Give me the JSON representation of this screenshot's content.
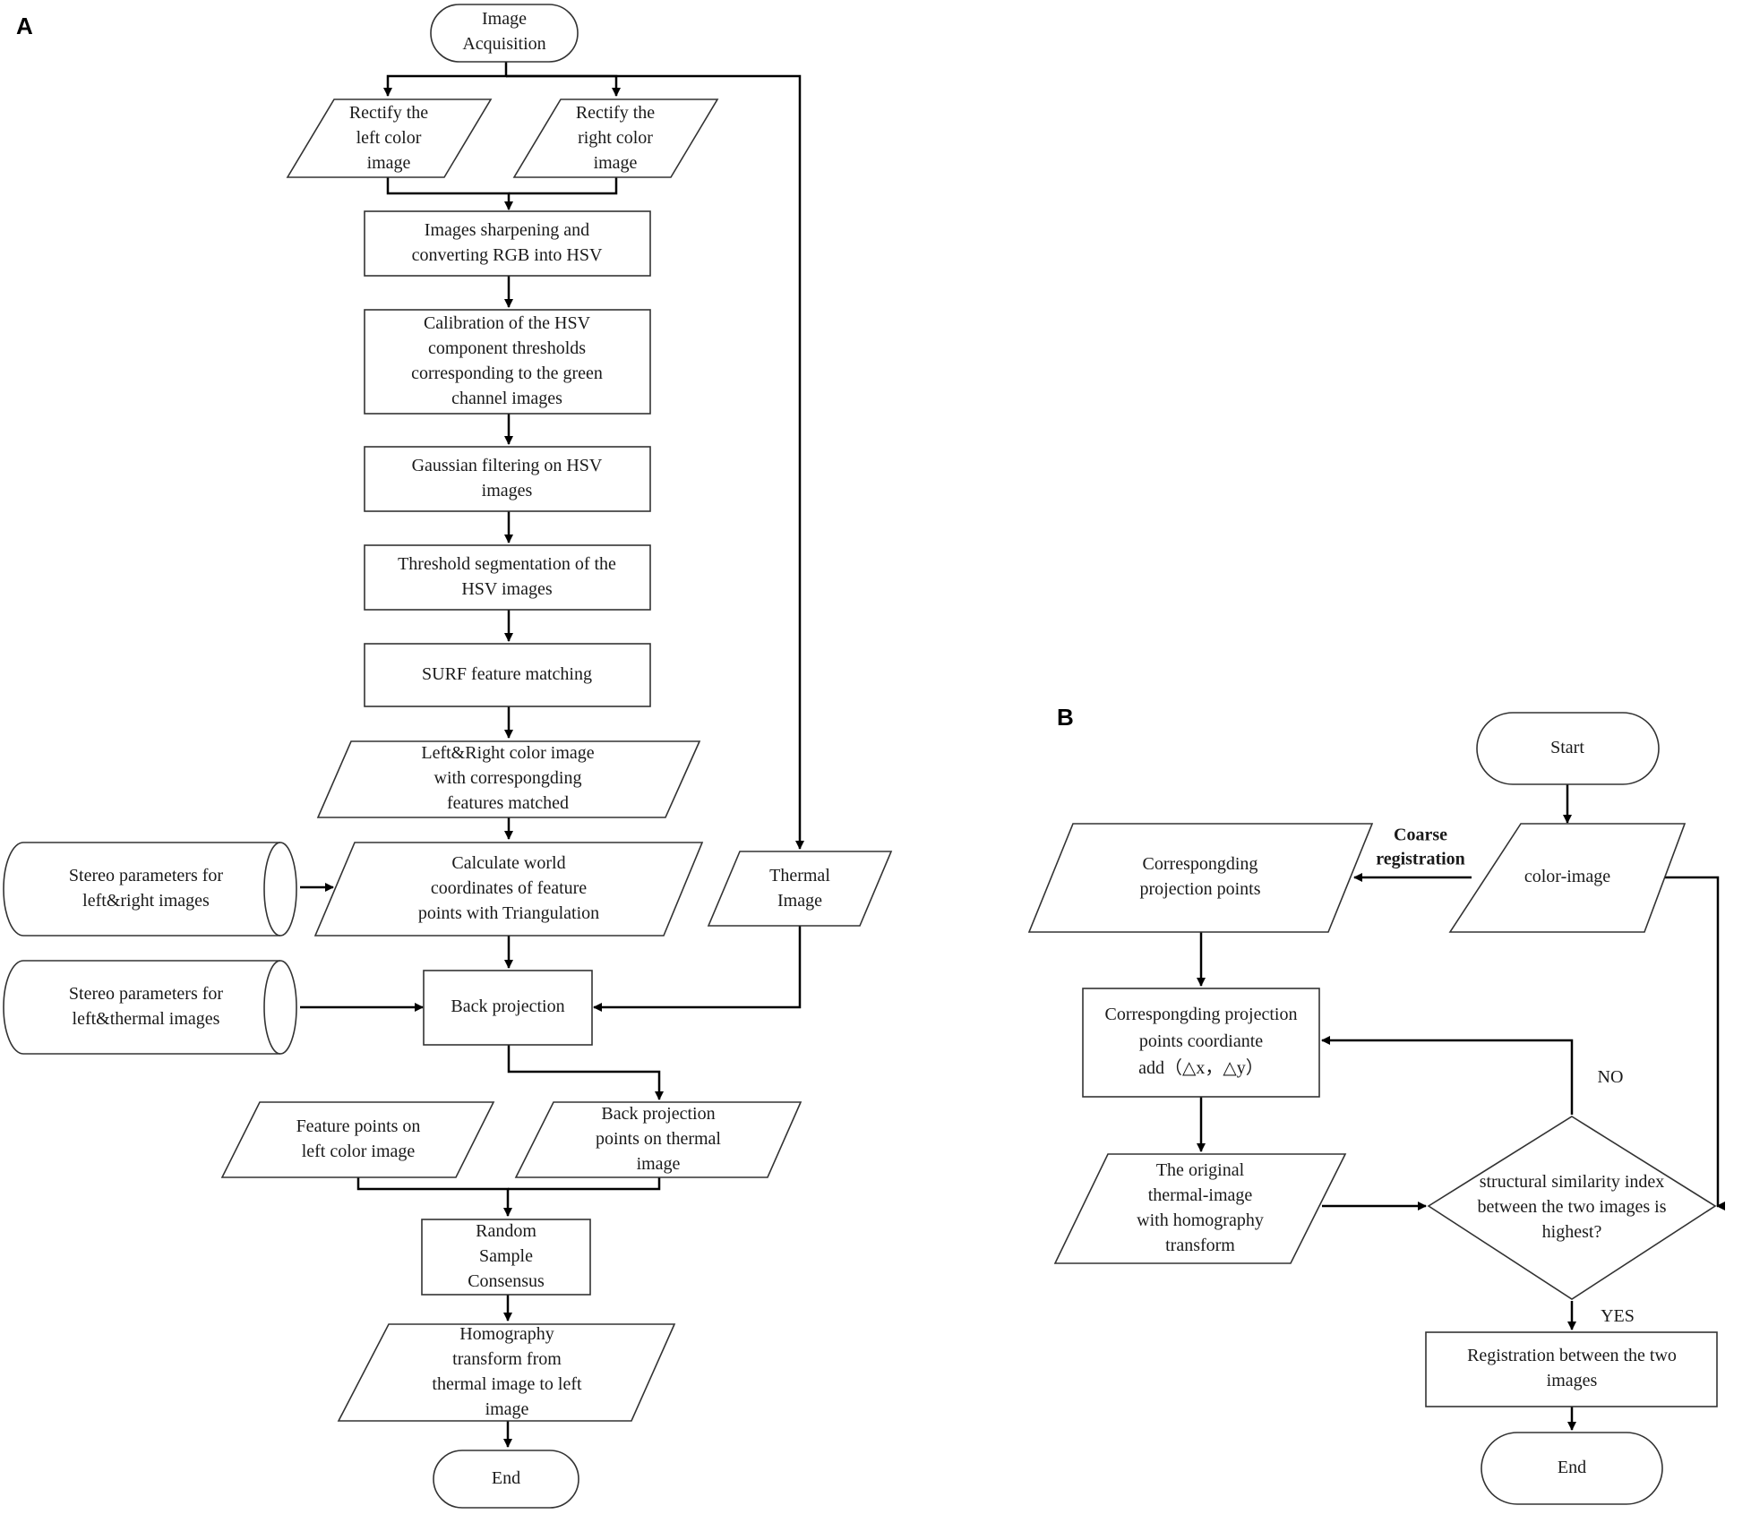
{
  "panel_a": {
    "label": "A",
    "image_acquisition": "Image\nAcquisition",
    "rectify_left": "Rectify the\nleft color\nimage",
    "rectify_right": "Rectify the\nright color\nimage",
    "sharpening": "Images sharpening and\nconverting RGB into HSV",
    "calibration": "Calibration of the HSV\ncomponent  thresholds\ncorresponding to the green\nchannel images",
    "gaussian": "Gaussian filtering on HSV\nimages",
    "threshold": "Threshold segmentation of the\nHSV images",
    "surf": "SURF feature matching",
    "matched": "Left&Right color image\nwith correspongding\nfeatures matched",
    "stereo_lr": "Stereo parameters for\nleft&right images",
    "world_coords": "Calculate world\ncoordinates of feature\npoints with Triangulation",
    "thermal_image": "Thermal\nImage",
    "stereo_lt": "Stereo parameters for\nleft&thermal images",
    "back_projection": "Back projection",
    "feature_points": "Feature points on\nleft color image",
    "back_projection_points": "Back projection\npoints on thermal\nimage",
    "ransac": "Random\nSample\nConsensus",
    "homography": "Homography\ntransform from\nthermal image to left\nimage",
    "end": "End"
  },
  "panel_b": {
    "label": "B",
    "start": "Start",
    "color_image": "color-image",
    "coarse_registration": "Coarse\nregistration",
    "projection_points": "Correspongding\nprojection  points",
    "projection_coordinate": "Correspongding projection\npoints coordiante\nadd（△x，△y）",
    "original_thermal": "The original\nthermal-image\nwith homography\ntransform",
    "ssim_decision": "structural similarity index\nbetween the two images is\nhighest?",
    "no": "NO",
    "yes": "YES",
    "registration": "Registration between the two\nimages",
    "end": "End"
  },
  "colors": {
    "stroke": "#333333",
    "arrow": "#000000",
    "text": "#1a1a1a",
    "background": "#ffffff"
  }
}
